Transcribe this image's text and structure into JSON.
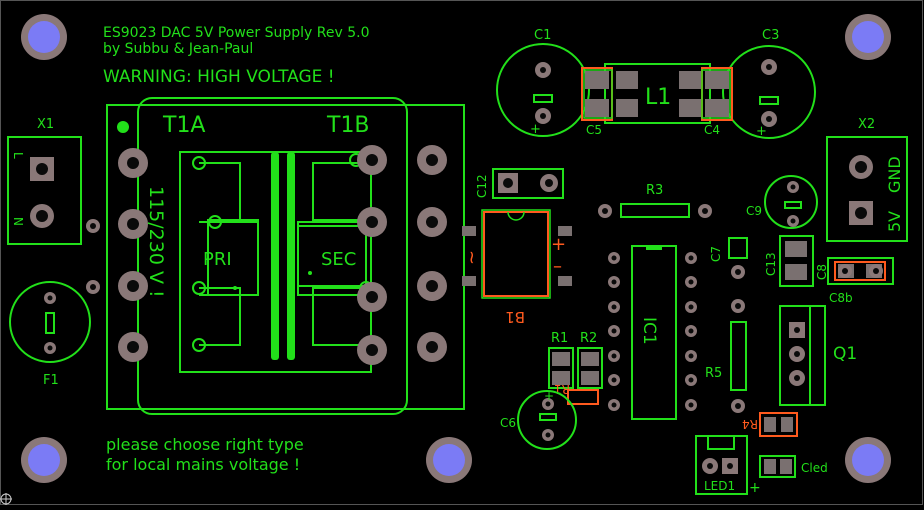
{
  "board": {
    "title_line1": "ES9023 DAC 5V Power Supply Rev 5.0",
    "title_line2": "by Subbu & Jean-Paul",
    "warning": "WARNING: HIGH VOLTAGE !",
    "note_line1": "please choose right type",
    "note_line2": "for local mains voltage !"
  },
  "labels": {
    "x1": "X1",
    "x1_l": "L",
    "x1_n": "N",
    "f1": "F1",
    "t1a": "T1A",
    "t1b": "T1B",
    "pri": "PRI",
    "sec": "SEC",
    "voltage_select": "115/230 V !",
    "c1": "C1",
    "c3": "C3",
    "c5": "C5",
    "c4": "C4",
    "l1": "L1",
    "c12": "C12",
    "b1": "B1",
    "b1_plus": "+",
    "b1_minus": "–",
    "b1_ac": "~",
    "r3": "R3",
    "c9": "C9",
    "c7": "C7",
    "c13": "C13",
    "c8": "C8",
    "c8b": "C8b",
    "x2": "X2",
    "x2_5v": "5V",
    "x2_gnd": "GND",
    "ic1": "IC1",
    "r1": "R1",
    "r2": "R2",
    "r1b": "R1",
    "c6": "C6",
    "r5": "R5",
    "r4": "R4",
    "q1": "Q1",
    "cled": "Cled",
    "led1": "LED1",
    "led_plus": "+"
  },
  "colors": {
    "silkscreen": "#22e01a",
    "pad": "#8a7878",
    "drill": "#0a0a0a",
    "mounting_hole": "#7b7bf5",
    "copper_outline": "#ff5a1e",
    "smd_pad": "#7a7070",
    "via": "#8a7878",
    "background": "#000000"
  }
}
